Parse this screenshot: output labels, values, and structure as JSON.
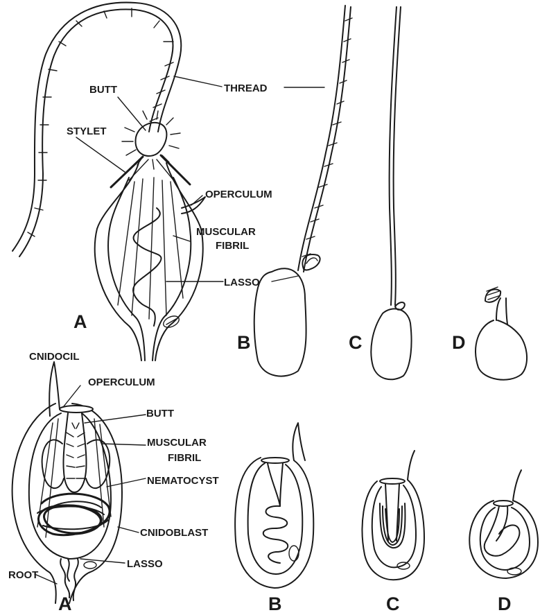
{
  "top": {
    "labels": {
      "butt": "BUTT",
      "thread": "THREAD",
      "stylet": "STYLET",
      "operculum": "OPERCULUM",
      "muscular_fibril_1": "MUSCULAR",
      "muscular_fibril_2": "FIBRIL",
      "lasso": "LASSO"
    },
    "panels": [
      "A",
      "B",
      "C",
      "D"
    ]
  },
  "bottom": {
    "labels": {
      "cnidocil": "CNIDOCIL",
      "operculum": "OPERCULUM",
      "butt": "BUTT",
      "muscular_fibril_1": "MUSCULAR",
      "muscular_fibril_2": "FIBRIL",
      "nematocyst": "NEMATOCYST",
      "cnidoblast": "CNIDOBLAST",
      "lasso": "LASSO",
      "root": "ROOT"
    },
    "panels": [
      "A",
      "B",
      "C",
      "D"
    ]
  }
}
